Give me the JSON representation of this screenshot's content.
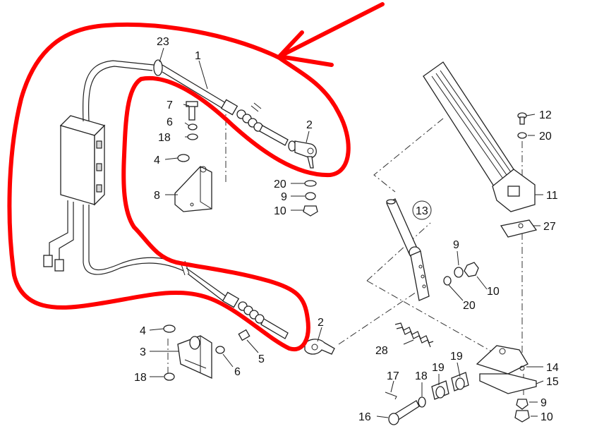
{
  "diagram": {
    "markup_color": "#ff0000",
    "callouts": {
      "c1": "1",
      "c2a": "2",
      "c2b": "2",
      "c3": "3",
      "c4a": "4",
      "c4b": "4",
      "c5": "5",
      "c6a": "6",
      "c6b": "6",
      "c7": "7",
      "c8": "8",
      "c9a": "9",
      "c9b": "9",
      "c9c": "9",
      "c10a": "10",
      "c10b": "10",
      "c10c": "10",
      "c11": "11",
      "c12": "12",
      "c13": "13",
      "c14": "14",
      "c15": "15",
      "c16": "16",
      "c17": "17",
      "c18a": "18",
      "c18b": "18",
      "c18c": "18",
      "c19a": "19",
      "c19b": "19",
      "c20a": "20",
      "c20b": "20",
      "c20c": "20",
      "c23": "23",
      "c27": "27",
      "c28": "28"
    }
  }
}
